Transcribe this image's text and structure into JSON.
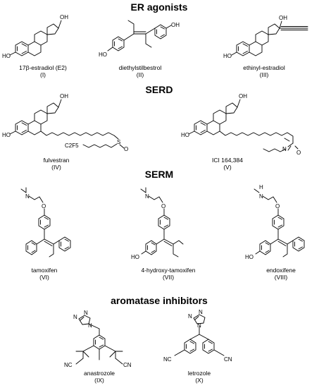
{
  "sections": [
    {
      "title": "ER agonists"
    },
    {
      "title": "SERD"
    },
    {
      "title": "SERM"
    },
    {
      "title": "aromatase inhibitors"
    }
  ],
  "compounds": [
    {
      "name": "17β-estradiol (E2)",
      "number": "(I)"
    },
    {
      "name": "diethylstilbestrol",
      "number": "(II)"
    },
    {
      "name": "ethinyl-estradiol",
      "number": "(III)"
    },
    {
      "name": "fulvestran",
      "number": "(IV)"
    },
    {
      "name": "ICI 164,384",
      "number": "(V)"
    },
    {
      "name": "tamoxifen",
      "number": "(VI)"
    },
    {
      "name": "4-hydroxy-tamoxifen",
      "number": "(VII)"
    },
    {
      "name": "endoxifene",
      "number": "(VIII)"
    },
    {
      "name": "anastrozole",
      "number": "(IX)"
    },
    {
      "name": "letrozole",
      "number": "(X)"
    }
  ],
  "atoms": {
    "oh": "OH",
    "ho": "HO",
    "o": "O",
    "n": "N",
    "h": "H",
    "nc": "NC",
    "cn": "CN",
    "s": "S",
    "c2f5": "C2F5",
    "sub_2": "2",
    "sub_5": "5"
  }
}
